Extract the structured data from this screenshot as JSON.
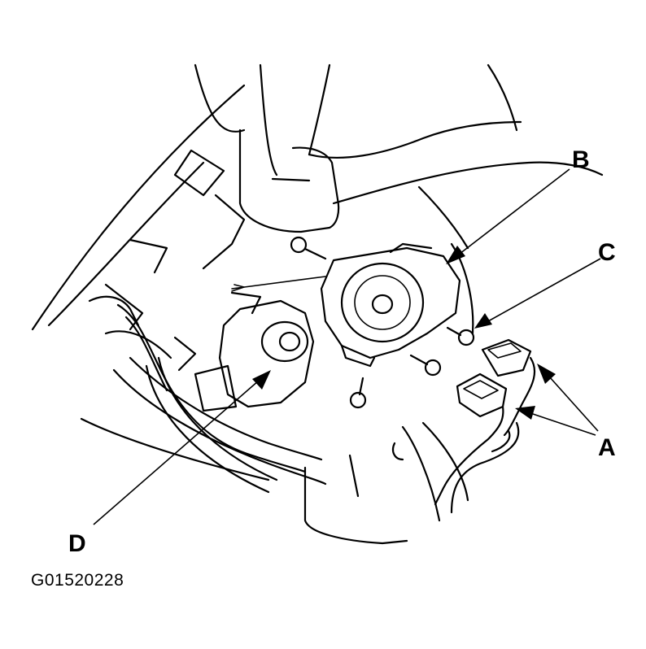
{
  "callouts": {
    "a": "A",
    "b": "B",
    "c": "C",
    "d": "D"
  },
  "figure_code": "G01520228"
}
